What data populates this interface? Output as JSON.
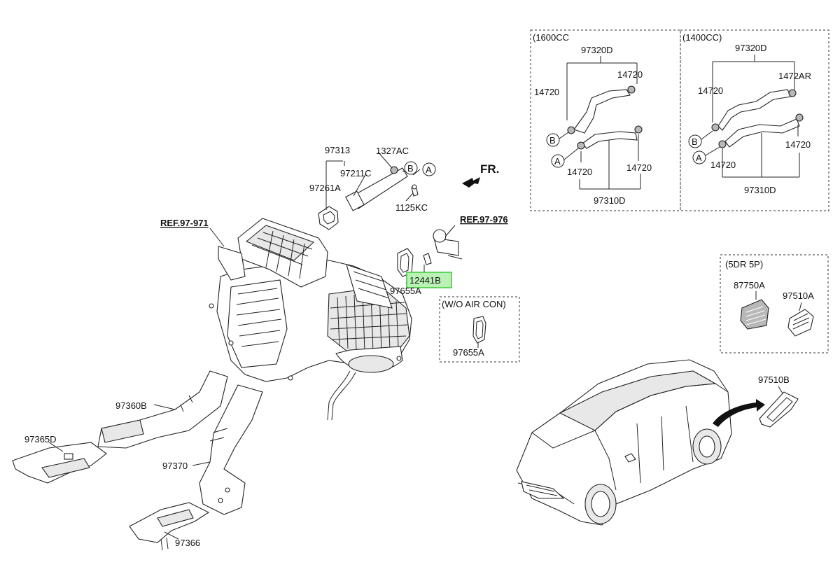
{
  "labels": {
    "p97313": "97313",
    "p1327AC": "1327AC",
    "p97211C": "97211C",
    "p97261A": "97261A",
    "p1125KC": "1125KC",
    "circle_a": "A",
    "circle_b": "B",
    "fr": "FR.",
    "ref97971": "REF.97-971",
    "ref97976": "REF.97-976",
    "p12441B": "12441B",
    "p97655A": "97655A",
    "wo_air_con_title": "(W/O AIR CON)",
    "wo_air_con_part": "97655A",
    "p97360B": "97360B",
    "p97365D": "97365D",
    "p97370": "97370",
    "p97366": "97366",
    "p97510B": "97510B"
  },
  "box1600": {
    "title": "(1600CC",
    "p97320D": "97320D",
    "p14720_top": "14720",
    "p14720_left": "14720",
    "circle_b": "B",
    "circle_a": "A",
    "p14720_bl": "14720",
    "p14720_br": "14720",
    "p97310D": "97310D"
  },
  "box1400": {
    "title": "(1400CC)",
    "p97320D": "97320D",
    "p1472AR": "1472AR",
    "p14720_left": "14720",
    "circle_b": "B",
    "circle_a": "A",
    "p14720_right": "14720",
    "p14720_bottom": "14720",
    "p97310D": "97310D"
  },
  "box5dr": {
    "title": "(5DR 5P)",
    "p87750A": "87750A",
    "p97510A": "97510A"
  },
  "highlight": {
    "part": "12441B",
    "color": "#3cc93a"
  }
}
